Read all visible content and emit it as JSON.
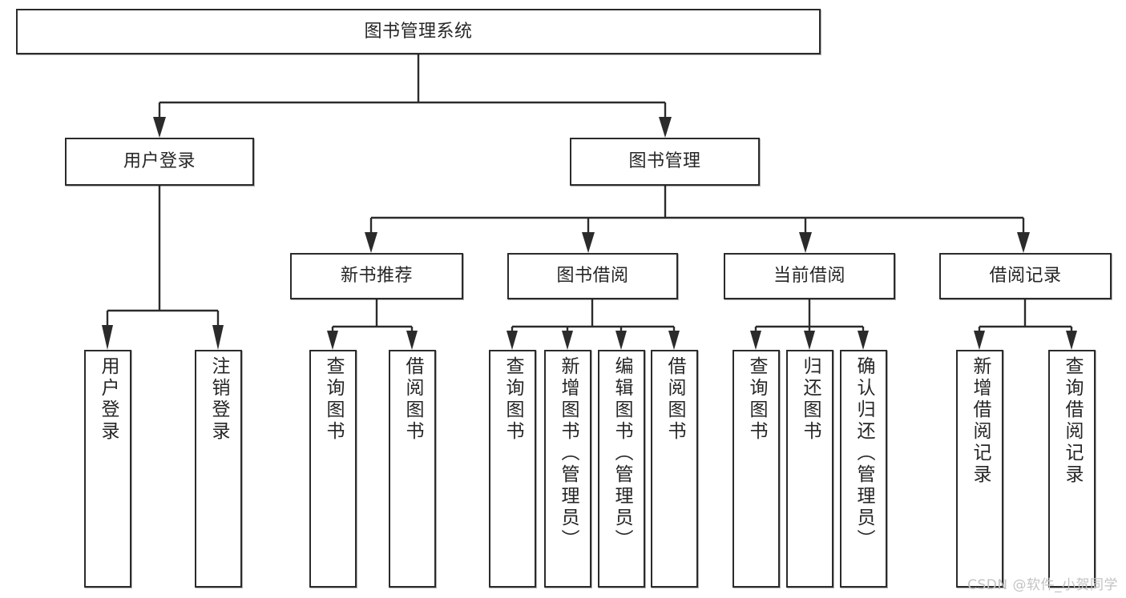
{
  "diagram": {
    "type": "tree-hierarchy",
    "title": "图书管理系统",
    "watermark": "CSDN @软件_小贺同学",
    "colors": {
      "box_border": "#2b2b2b",
      "box_fill": "#ffffff",
      "text": "#262626",
      "connector": "#2b2b2b",
      "watermark": "#c3c3c3",
      "background": "#ffffff"
    },
    "levels": [
      {
        "level": 1,
        "nodes": [
          {
            "id": "root",
            "label": "图书管理系统",
            "orientation": "horizontal"
          }
        ]
      },
      {
        "level": 2,
        "nodes": [
          {
            "id": "user-login",
            "label": "用户登录",
            "orientation": "horizontal",
            "parent": "root"
          },
          {
            "id": "book-manage",
            "label": "图书管理",
            "orientation": "horizontal",
            "parent": "root"
          }
        ]
      },
      {
        "level": 3,
        "nodes": [
          {
            "id": "new-book-rec",
            "label": "新书推荐",
            "orientation": "horizontal",
            "parent": "book-manage"
          },
          {
            "id": "book-borrow",
            "label": "图书借阅",
            "orientation": "horizontal",
            "parent": "book-manage"
          },
          {
            "id": "current-borrow",
            "label": "当前借阅",
            "orientation": "horizontal",
            "parent": "book-manage"
          },
          {
            "id": "borrow-record",
            "label": "借阅记录",
            "orientation": "horizontal",
            "parent": "book-manage"
          }
        ]
      },
      {
        "level": 4,
        "nodes": [
          {
            "id": "leaf-user-login",
            "label": "用户登录",
            "orientation": "vertical",
            "parent": "user-login"
          },
          {
            "id": "leaf-logout",
            "label": "注销登录",
            "orientation": "vertical",
            "parent": "user-login"
          },
          {
            "id": "leaf-query-book-1",
            "label": "查询图书",
            "orientation": "vertical",
            "parent": "new-book-rec"
          },
          {
            "id": "leaf-borrow-book-1",
            "label": "借阅图书",
            "orientation": "vertical",
            "parent": "new-book-rec"
          },
          {
            "id": "leaf-query-book-2",
            "label": "查询图书",
            "orientation": "vertical",
            "parent": "book-borrow"
          },
          {
            "id": "leaf-add-book",
            "label": "新增图书（管理员）",
            "orientation": "vertical",
            "parent": "book-borrow"
          },
          {
            "id": "leaf-edit-book",
            "label": "编辑图书（管理员）",
            "orientation": "vertical",
            "parent": "book-borrow"
          },
          {
            "id": "leaf-borrow-book-2",
            "label": "借阅图书",
            "orientation": "vertical",
            "parent": "book-borrow"
          },
          {
            "id": "leaf-query-book-3",
            "label": "查询图书",
            "orientation": "vertical",
            "parent": "current-borrow"
          },
          {
            "id": "leaf-return-book",
            "label": "归还图书",
            "orientation": "vertical",
            "parent": "current-borrow"
          },
          {
            "id": "leaf-confirm-return",
            "label": "确认归还（管理员）",
            "orientation": "vertical",
            "parent": "current-borrow"
          },
          {
            "id": "leaf-add-record",
            "label": "新增借阅记录",
            "orientation": "vertical",
            "parent": "borrow-record"
          },
          {
            "id": "leaf-query-record",
            "label": "查询借阅记录",
            "orientation": "vertical",
            "parent": "borrow-record"
          }
        ]
      }
    ]
  }
}
